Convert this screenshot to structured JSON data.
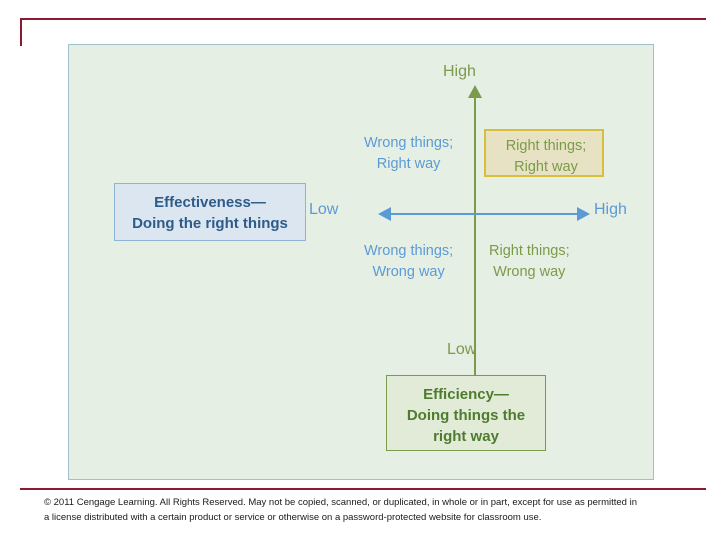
{
  "diagram": {
    "axes": {
      "vertical": {
        "top_label": "High",
        "bottom_label": "Low",
        "color": "#7C9A4B"
      },
      "horizontal": {
        "left_label": "Low",
        "right_label": "High",
        "color": "#5B9BD5"
      }
    },
    "quadrants": {
      "top_left": "Wrong things;\nRight way",
      "top_left_line1": "Wrong things;",
      "top_left_line2": "Right way",
      "top_right_line1": "Right things;",
      "top_right_line2": "Right way",
      "bottom_left_line1": "Wrong things;",
      "bottom_left_line2": "Wrong way",
      "bottom_right_line1": "Right things;",
      "bottom_right_line2": "Wrong way"
    },
    "callouts": {
      "effectiveness_line1": "Effectiveness—",
      "effectiveness_line2": "Doing the right things",
      "efficiency_line1": "Efficiency—",
      "efficiency_line2": "Doing things the",
      "efficiency_line3": "right way"
    },
    "colors": {
      "panel_background": "#E6EFE4",
      "panel_border": "#9FC0CF",
      "green_accent": "#7C9A4B",
      "blue_accent": "#5B9BD5",
      "highlight_fill": "#E8E2C4",
      "highlight_border": "#D9BE3B",
      "frame_rule": "#8B1A32"
    }
  },
  "footer": {
    "line1": "© 2011 Cengage Learning.  All Rights Reserved.  May not be copied, scanned, or duplicated, in whole or in part, except for use as permitted in",
    "line2": "a license distributed with a certain product or service or otherwise on a password-protected website for classroom use."
  }
}
